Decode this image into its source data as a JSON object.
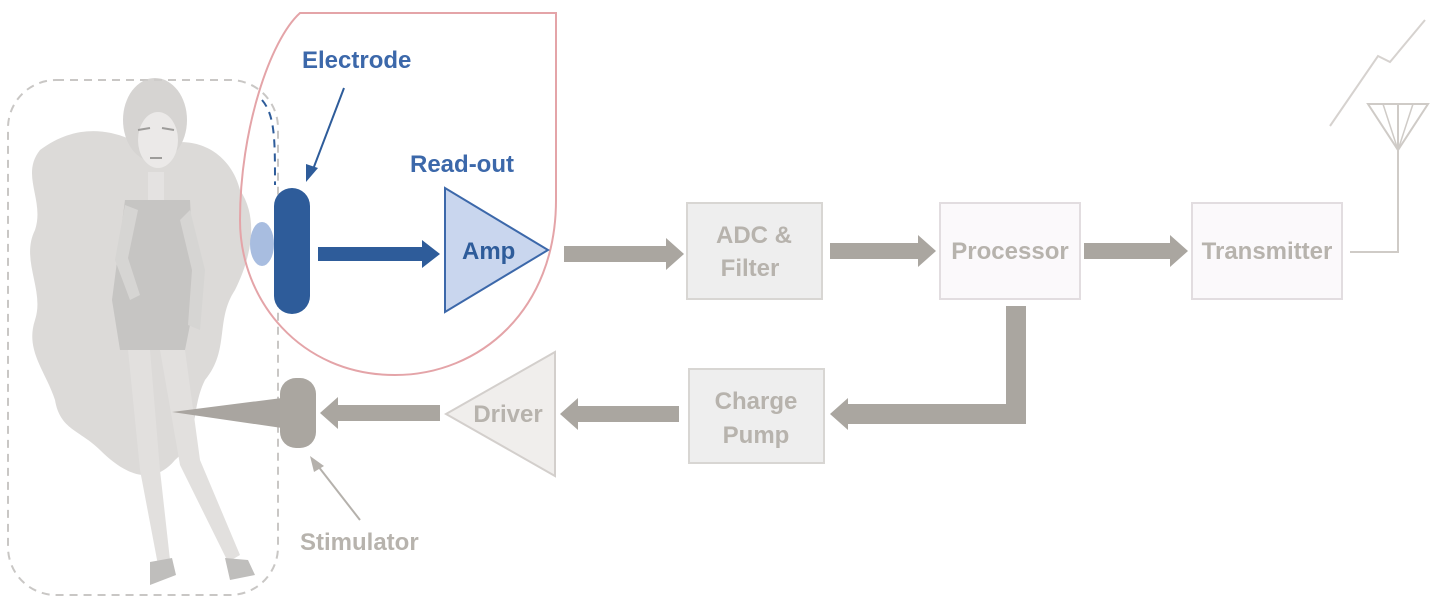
{
  "labels": {
    "electrode": "Electrode",
    "readout": "Read-out",
    "amp": "Amp",
    "adc_line1": "ADC &",
    "adc_line2": "Filter",
    "processor": "Processor",
    "transmitter": "Transmitter",
    "charge_line1": "Charge",
    "charge_line2": "Pump",
    "driver": "Driver",
    "stimulator": "Stimulator"
  },
  "colors": {
    "blue": "#2e5c9a",
    "blue_light": "#c9d6ee",
    "blue_text": "#3c68aa",
    "gray_arrow": "#aaa6a0",
    "gray_text": "#b7b3ad",
    "box_fill": "#eeeeee",
    "box_stroke": "#d8d6d3",
    "highlight": "#e4a4a8",
    "person": "#c9c7c5"
  },
  "icons": {
    "person": "human-figure-icon",
    "antenna": "antenna-icon",
    "lightning": "lightning-bolt-icon"
  }
}
